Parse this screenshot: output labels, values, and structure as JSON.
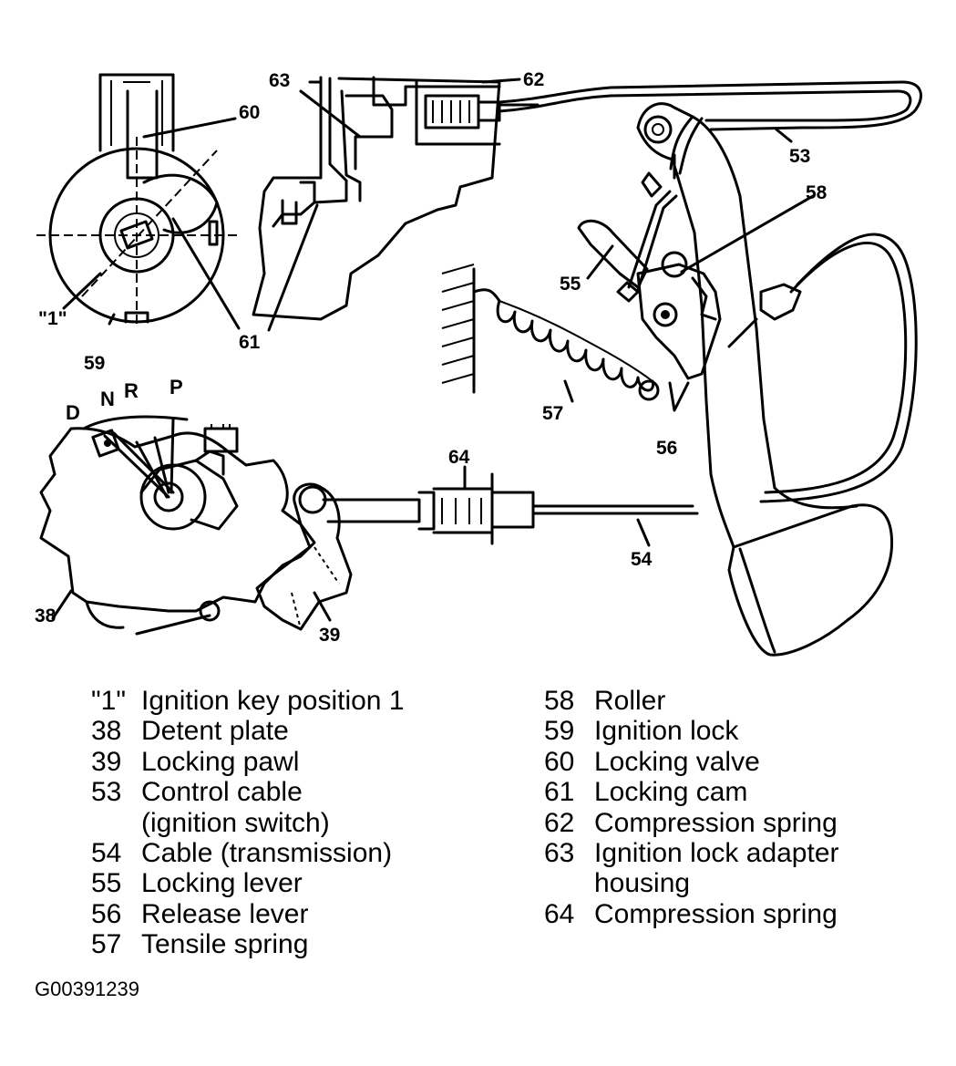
{
  "callouts": {
    "c53": "53",
    "c54": "54",
    "c55": "55",
    "c56": "56",
    "c57": "57",
    "c58": "58",
    "c59": "59",
    "c60": "60",
    "c61": "61",
    "c62": "62",
    "c63": "63",
    "c64": "64",
    "c38": "38",
    "c39": "39",
    "key1": "\"1\""
  },
  "gear_positions": {
    "d": "D",
    "n": "N",
    "r": "R",
    "p": "P"
  },
  "legend_left": [
    {
      "num": "\"1\"",
      "text": "Ignition key position 1"
    },
    {
      "num": "38",
      "text": "Detent plate"
    },
    {
      "num": "39",
      "text": "Locking pawl"
    },
    {
      "num": "53",
      "text": "Control cable",
      "cont": "(ignition switch)"
    },
    {
      "num": "54",
      "text": "Cable (transmission)"
    },
    {
      "num": "55",
      "text": "Locking lever"
    },
    {
      "num": "56",
      "text": "Release lever"
    },
    {
      "num": "57",
      "text": "Tensile spring"
    }
  ],
  "legend_right": [
    {
      "num": "58",
      "text": "Roller"
    },
    {
      "num": "59",
      "text": "Ignition lock"
    },
    {
      "num": "60",
      "text": "Locking valve"
    },
    {
      "num": "61",
      "text": "Locking cam"
    },
    {
      "num": "62",
      "text": "Compression spring"
    },
    {
      "num": "63",
      "text": "Ignition lock adapter",
      "cont": "housing"
    },
    {
      "num": "64",
      "text": "Compression spring"
    }
  ],
  "figure_id": "G00391239"
}
